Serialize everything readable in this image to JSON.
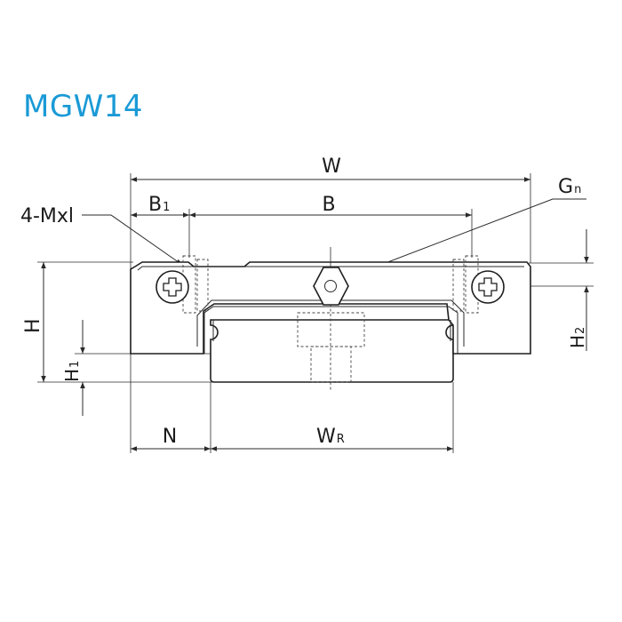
{
  "title": "MGW14",
  "colors": {
    "title": "#1a9ad6",
    "line": "#2a2a2a"
  },
  "labels": {
    "W": "W",
    "B1_main": "B",
    "B1_sub": "1",
    "B": "B",
    "Gn_main": "G",
    "Gn_sub": "n",
    "Mxl": "4-Mxl",
    "H": "H",
    "H1_main": "H",
    "H1_sub": "1",
    "H2_main": "H",
    "H2_sub": "2",
    "N": "N",
    "WR_main": "W",
    "WR_sub": "R"
  }
}
